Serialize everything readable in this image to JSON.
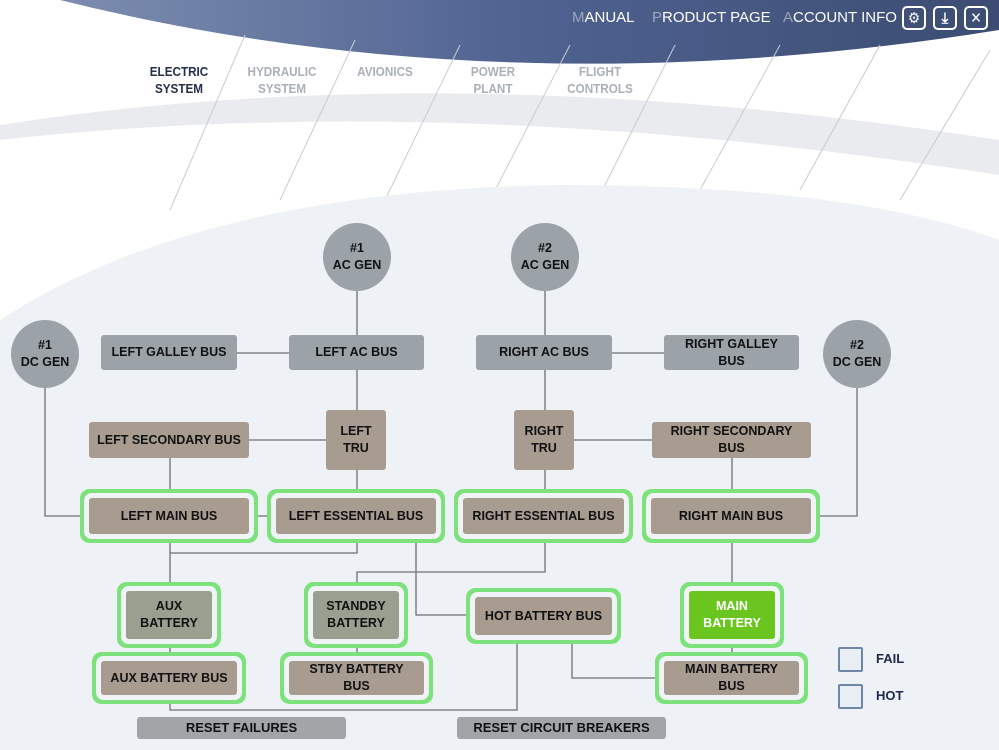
{
  "header": {
    "links": [
      {
        "first": "M",
        "rest": "ANUAL"
      },
      {
        "first": "P",
        "rest": "RODUCT PAGE"
      },
      {
        "first": "A",
        "rest": "CCOUNT INFO"
      }
    ],
    "icons": [
      "gear-icon",
      "download-icon",
      "close-icon"
    ],
    "icon_glyphs": {
      "gear": "⚙",
      "download": "⤓",
      "close": "✕"
    }
  },
  "tabs": [
    {
      "line1": "ELECTRIC",
      "line2": "SYSTEM",
      "active": true
    },
    {
      "line1": "HYDRAULIC",
      "line2": "SYSTEM"
    },
    {
      "line1": "AVIONICS",
      "line2": ""
    },
    {
      "line1": "POWER",
      "line2": "PLANT"
    },
    {
      "line1": "FLIGHT",
      "line2": "CONTROLS"
    }
  ],
  "nodes": {
    "ac_gen_1": {
      "l1": "#1",
      "l2": "AC GEN"
    },
    "ac_gen_2": {
      "l1": "#2",
      "l2": "AC GEN"
    },
    "dc_gen_1": {
      "l1": "#1",
      "l2": "DC GEN"
    },
    "dc_gen_2": {
      "l1": "#2",
      "l2": "DC GEN"
    },
    "left_galley_bus": "LEFT GALLEY BUS",
    "left_ac_bus": "LEFT AC BUS",
    "right_ac_bus": "RIGHT AC BUS",
    "right_galley_bus": "RIGHT GALLEY BUS",
    "left_secondary_bus": "LEFT SECONDARY BUS",
    "left_tru": "LEFT TRU",
    "right_tru": "RIGHT TRU",
    "right_secondary_bus": "RIGHT SECONDARY BUS",
    "left_main_bus": "LEFT MAIN BUS",
    "left_essential_bus": "LEFT ESSENTIAL BUS",
    "right_essential_bus": "RIGHT ESSENTIAL BUS",
    "right_main_bus": "RIGHT MAIN BUS",
    "aux_battery": "AUX BATTERY",
    "standby_battery": "STANDBY BATTERY",
    "hot_battery_bus": "HOT BATTERY BUS",
    "main_battery": "MAIN BATTERY",
    "aux_battery_bus": "AUX BATTERY BUS",
    "stby_battery_bus": "STBY BATTERY BUS",
    "main_battery_bus": "MAIN BATTERY BUS"
  },
  "buttons": {
    "reset_failures": "RESET FAILURES",
    "reset_circuit_breakers": "RESET CIRCUIT BREAKERS"
  },
  "legend": {
    "fail": "FAIL",
    "hot": "HOT"
  },
  "colors": {
    "header": "#4f6290",
    "active_border": "#7ee27c",
    "main_battery": "#6ac61e",
    "node_grey": "#9ba2a8",
    "node_tan": "#a89c90"
  }
}
